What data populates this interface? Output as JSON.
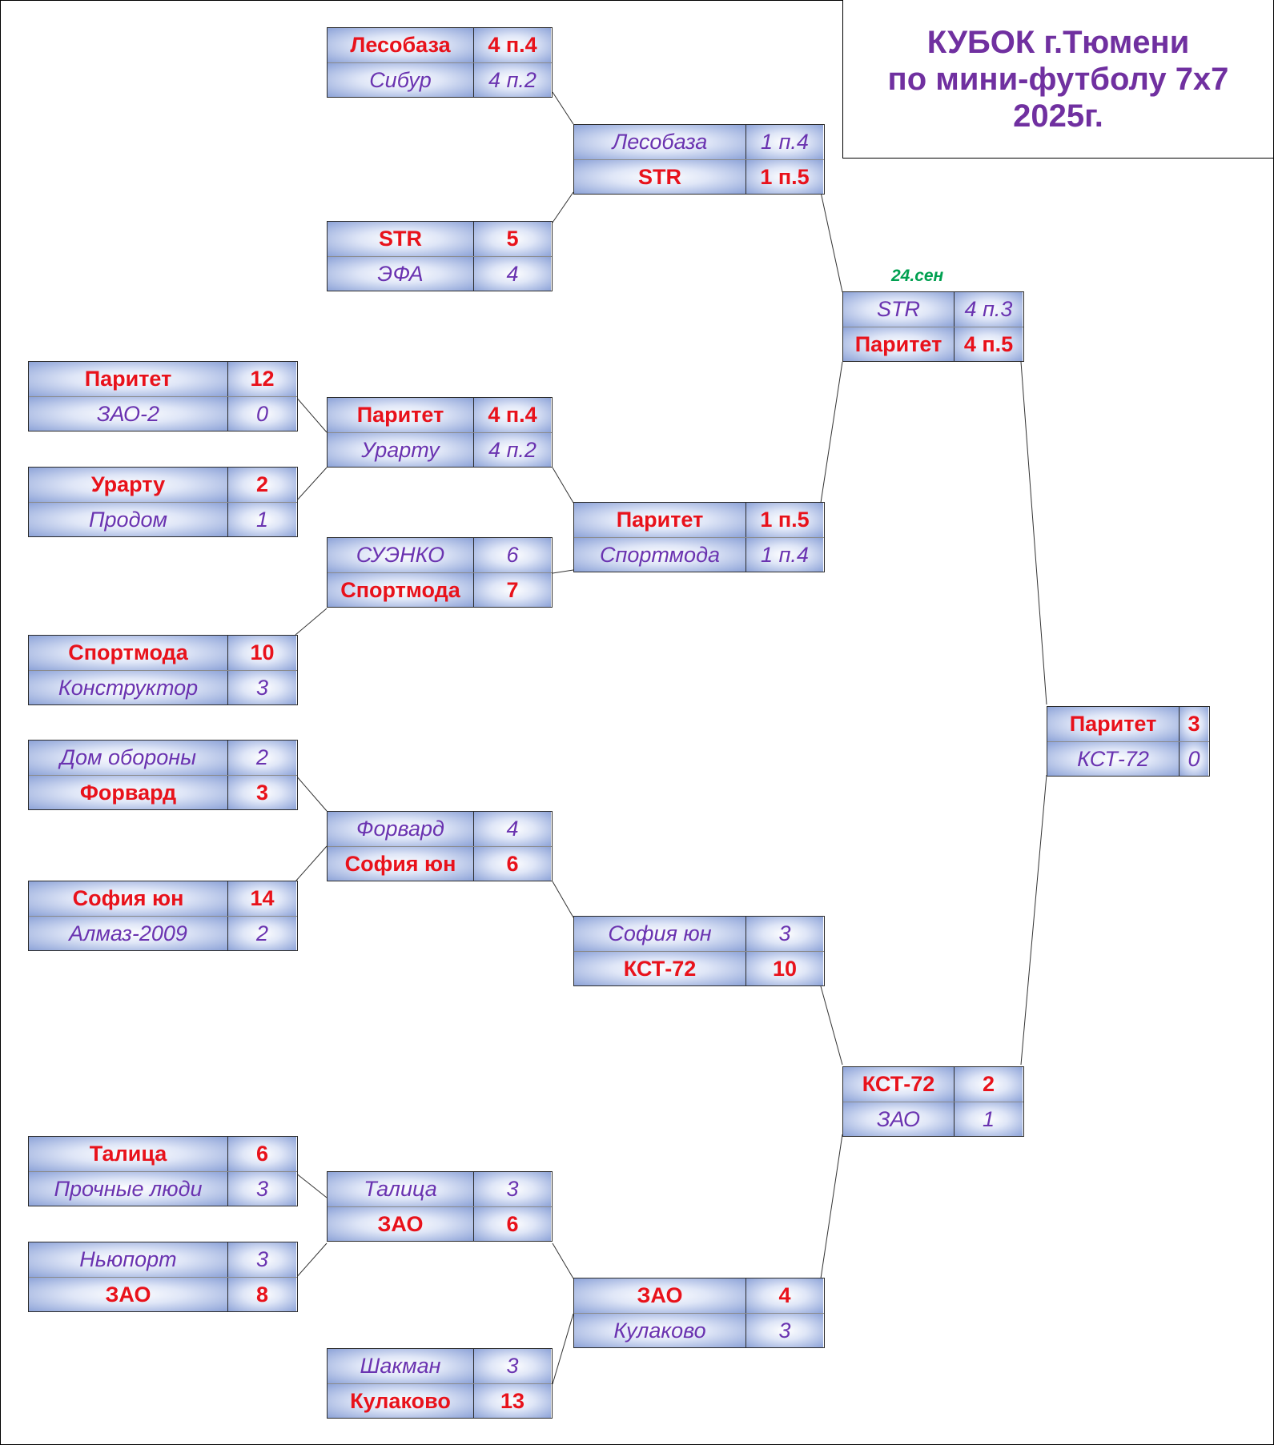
{
  "title": {
    "line1": "КУБОК г.Тюмени",
    "line2": "по мини-футболу 7х7",
    "line3": "2025г."
  },
  "semifinal_date": "24.сен",
  "matches": {
    "r1_lesobaza_sibur": {
      "team1": "Лесобаза",
      "score1": "4 п.4",
      "team2": "Сибур",
      "score2": "4 п.2",
      "winner": 1
    },
    "r1_str_efa": {
      "team1": "STR",
      "score1": "5",
      "team2": "ЭФА",
      "score2": "4",
      "winner": 1
    },
    "r0_paritet_zao2": {
      "team1": "Паритет",
      "score1": "12",
      "team2": "ЗАО-2",
      "score2": "0",
      "winner": 1
    },
    "r0_urartu_prodom": {
      "team1": "Урарту",
      "score1": "2",
      "team2": "Продом",
      "score2": "1",
      "winner": 1
    },
    "r1_paritet_urartu": {
      "team1": "Паритет",
      "score1": "4 п.4",
      "team2": "Урарту",
      "score2": "4 п.2",
      "winner": 1
    },
    "r1_suenko_sportmoda": {
      "team1": "СУЭНКО",
      "score1": "6",
      "team2": "Спортмода",
      "score2": "7",
      "winner": 2
    },
    "r0_sportmoda_konstruktor": {
      "team1": "Спортмода",
      "score1": "10",
      "team2": "Конструктор",
      "score2": "3",
      "winner": 1
    },
    "r0_dom_forvard": {
      "team1": "Дом обороны",
      "score1": "2",
      "team2": "Форвард",
      "score2": "3",
      "winner": 2
    },
    "r1_forvard_sofia": {
      "team1": "Форвард",
      "score1": "4",
      "team2": "София юн",
      "score2": "6",
      "winner": 2
    },
    "r0_sofia_almaz": {
      "team1": "София юн",
      "score1": "14",
      "team2": "Алмаз-2009",
      "score2": "2",
      "winner": 1
    },
    "r0_talica_prochnye": {
      "team1": "Талица",
      "score1": "6",
      "team2": "Прочные люди",
      "score2": "3",
      "winner": 1
    },
    "r1_talica_zao": {
      "team1": "Талица",
      "score1": "3",
      "team2": "ЗАО",
      "score2": "6",
      "winner": 2
    },
    "r0_newport_zao": {
      "team1": "Ньюпорт",
      "score1": "3",
      "team2": "ЗАО",
      "score2": "8",
      "winner": 2
    },
    "r1_shakman_kulakovo": {
      "team1": "Шакман",
      "score1": "3",
      "team2": "Кулаково",
      "score2": "13",
      "winner": 2
    },
    "qf_lesobaza_str": {
      "team1": "Лесобаза",
      "score1": "1 п.4",
      "team2": "STR",
      "score2": "1 п.5",
      "winner": 2
    },
    "qf_paritet_sportmoda": {
      "team1": "Паритет",
      "score1": "1 п.5",
      "team2": "Спортмода",
      "score2": "1 п.4",
      "winner": 1
    },
    "qf_sofia_kst": {
      "team1": "София юн",
      "score1": "3",
      "team2": "КСТ-72",
      "score2": "10",
      "winner": 2
    },
    "qf_zao_kulakovo": {
      "team1": "ЗАО",
      "score1": "4",
      "team2": "Кулаково",
      "score2": "3",
      "winner": 1
    },
    "sf_str_paritet": {
      "team1": "STR",
      "score1": "4 п.3",
      "team2": "Паритет",
      "score2": "4 п.5",
      "winner": 2
    },
    "sf_kst_zao": {
      "team1": "КСТ-72",
      "score1": "2",
      "team2": "ЗАО",
      "score2": "1",
      "winner": 1
    },
    "final": {
      "team1": "Паритет",
      "score1": "3",
      "team2": "КСТ-72",
      "score2": "0",
      "winner": 1
    }
  }
}
